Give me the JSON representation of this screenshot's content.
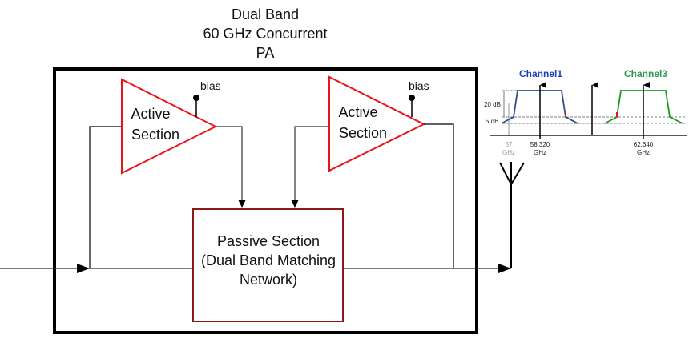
{
  "title": {
    "line1": "Dual Band",
    "line2": "60 GHz Concurrent",
    "line3": "PA"
  },
  "active_sections": [
    {
      "label_line1": "Active",
      "label_line2": "Section",
      "bias_label": "bias"
    },
    {
      "label_line1": "Active",
      "label_line2": "Section",
      "bias_label": "bias"
    }
  ],
  "passive_section": {
    "line1": "Passive Section",
    "line2": "(Dual Band Matching",
    "line3": "Network)"
  },
  "spectrum": {
    "channel1_label": "Channel1",
    "channel3_label": "Channel3",
    "level_20db": "20 dB",
    "level_5db": "5 dB",
    "freq_57": "57",
    "freq_57_unit": "GHz",
    "freq_ch1": "58.320",
    "freq_ch1_unit": "GHz",
    "freq_ch3": "62.640",
    "freq_ch3_unit": "GHz"
  },
  "colors": {
    "active_section": "#e8141c",
    "passive_section": "#8b1a1a",
    "channel1": "#1f3fb8",
    "channel3": "#2e9a55",
    "channel1_mask": "#2a4f8f",
    "channel3_mask": "#1c9a1c"
  }
}
